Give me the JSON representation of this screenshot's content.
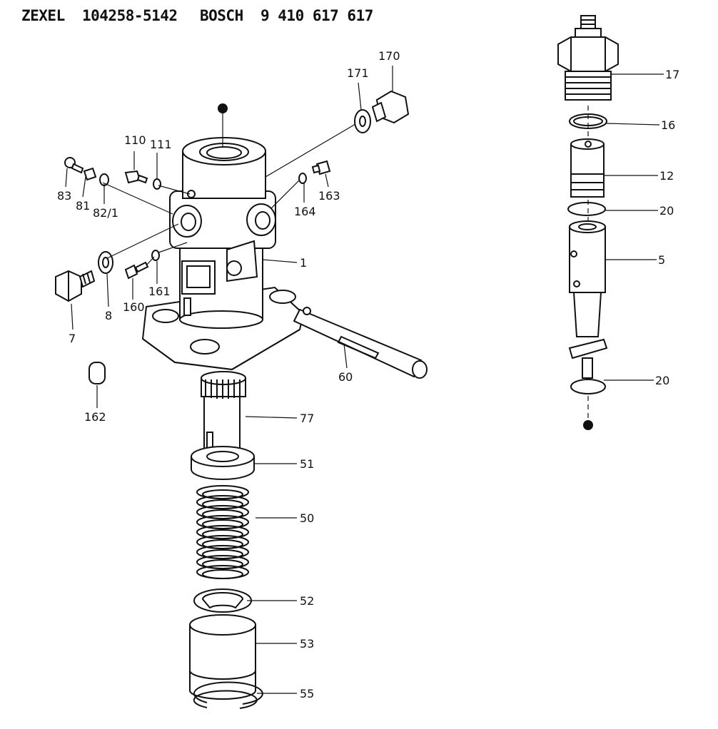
{
  "header": {
    "maker_a": "ZEXEL",
    "part_a": "104258-5142",
    "maker_b": "BOSCH",
    "part_b": "9 410 617 617"
  },
  "callouts": {
    "p1": "1",
    "p5": "5",
    "p7": "7",
    "p8": "8",
    "p12": "12",
    "p16": "16",
    "p17": "17",
    "p20a": "20",
    "p20b": "20",
    "p50": "50",
    "p51": "51",
    "p52": "52",
    "p53": "53",
    "p55": "55",
    "p60": "60",
    "p77": "77",
    "p81": "81",
    "p82": "82/1",
    "p83": "83",
    "p110": "110",
    "p111": "111",
    "p160": "160",
    "p161": "161",
    "p162": "162",
    "p163": "163",
    "p164": "164",
    "p170": "170",
    "p171": "171"
  },
  "colors": {
    "ink": "#111111",
    "paper": "#ffffff"
  }
}
